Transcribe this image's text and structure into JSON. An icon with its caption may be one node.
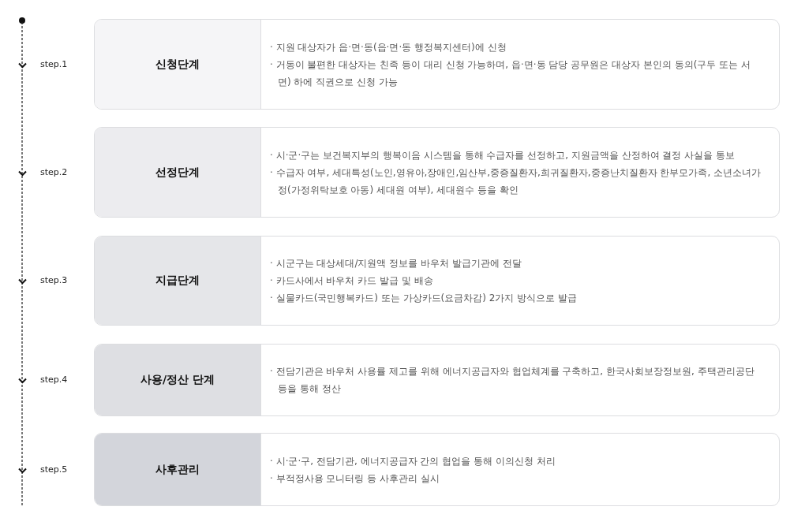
{
  "diagram": {
    "nodes": [
      {
        "text": [
          "신청단계",
          "· 지원 대상자가 읍·면·동(읍·면·동 행정복지센터)에 신청",
          "· 거동이 불편한 대상자는 친족 등이 대리 신청 가능하며, 읍·면·동 담당 공무원은 대상자 본인의 동의(구두 또는 서면) 하에 직권으로 신청 가능"
        ],
        "beside": [
          "step.1"
        ]
      },
      {
        "text": [
          "선정단계",
          "· 시·군·구는 보건복지부의 행복이음 시스템을 통해 수급자를 선정하고, 지원금액을 산정하여 결정 사실을 통보",
          "· 수급자 여부, 세대특성(노인,영유아,장애인,임산부,중증질환자,희귀질환자,중증난치질환자 한부모가족, 소년소녀가정(가정위탁보호 아동) 세대원 여부), 세대원수 등을 확인"
        ],
        "beside": [
          "step.2"
        ]
      },
      {
        "text": [
          "지급단계",
          "· 시군구는 대상세대/지원액 정보를 바우처 발급기관에 전달",
          "· 카드사에서 바우처 카드 발급 및 배송",
          "· 실물카드(국민행복카드) 또는 가상카드(요금차감) 2가지 방식으로 발급"
        ],
        "beside": [
          "step.3"
        ]
      },
      {
        "text": [
          "사용/정산 단계",
          "· 전담기관은 바우처 사용률 제고를 위해 에너지공급자와 협업체계를 구축하고, 한국사회보장정보원, 주택관리공단 등을 통해 정산"
        ],
        "beside": [
          "step.4"
        ]
      },
      {
        "text": [
          "사후관리",
          "· 시·군·구, 전담기관, 에너지공급자 간의 협업을 통해 이의신청 처리",
          "· 부적정사용 모니터링 등 사후관리 실시"
        ],
        "beside": [
          "step.5"
        ]
      }
    ]
  }
}
